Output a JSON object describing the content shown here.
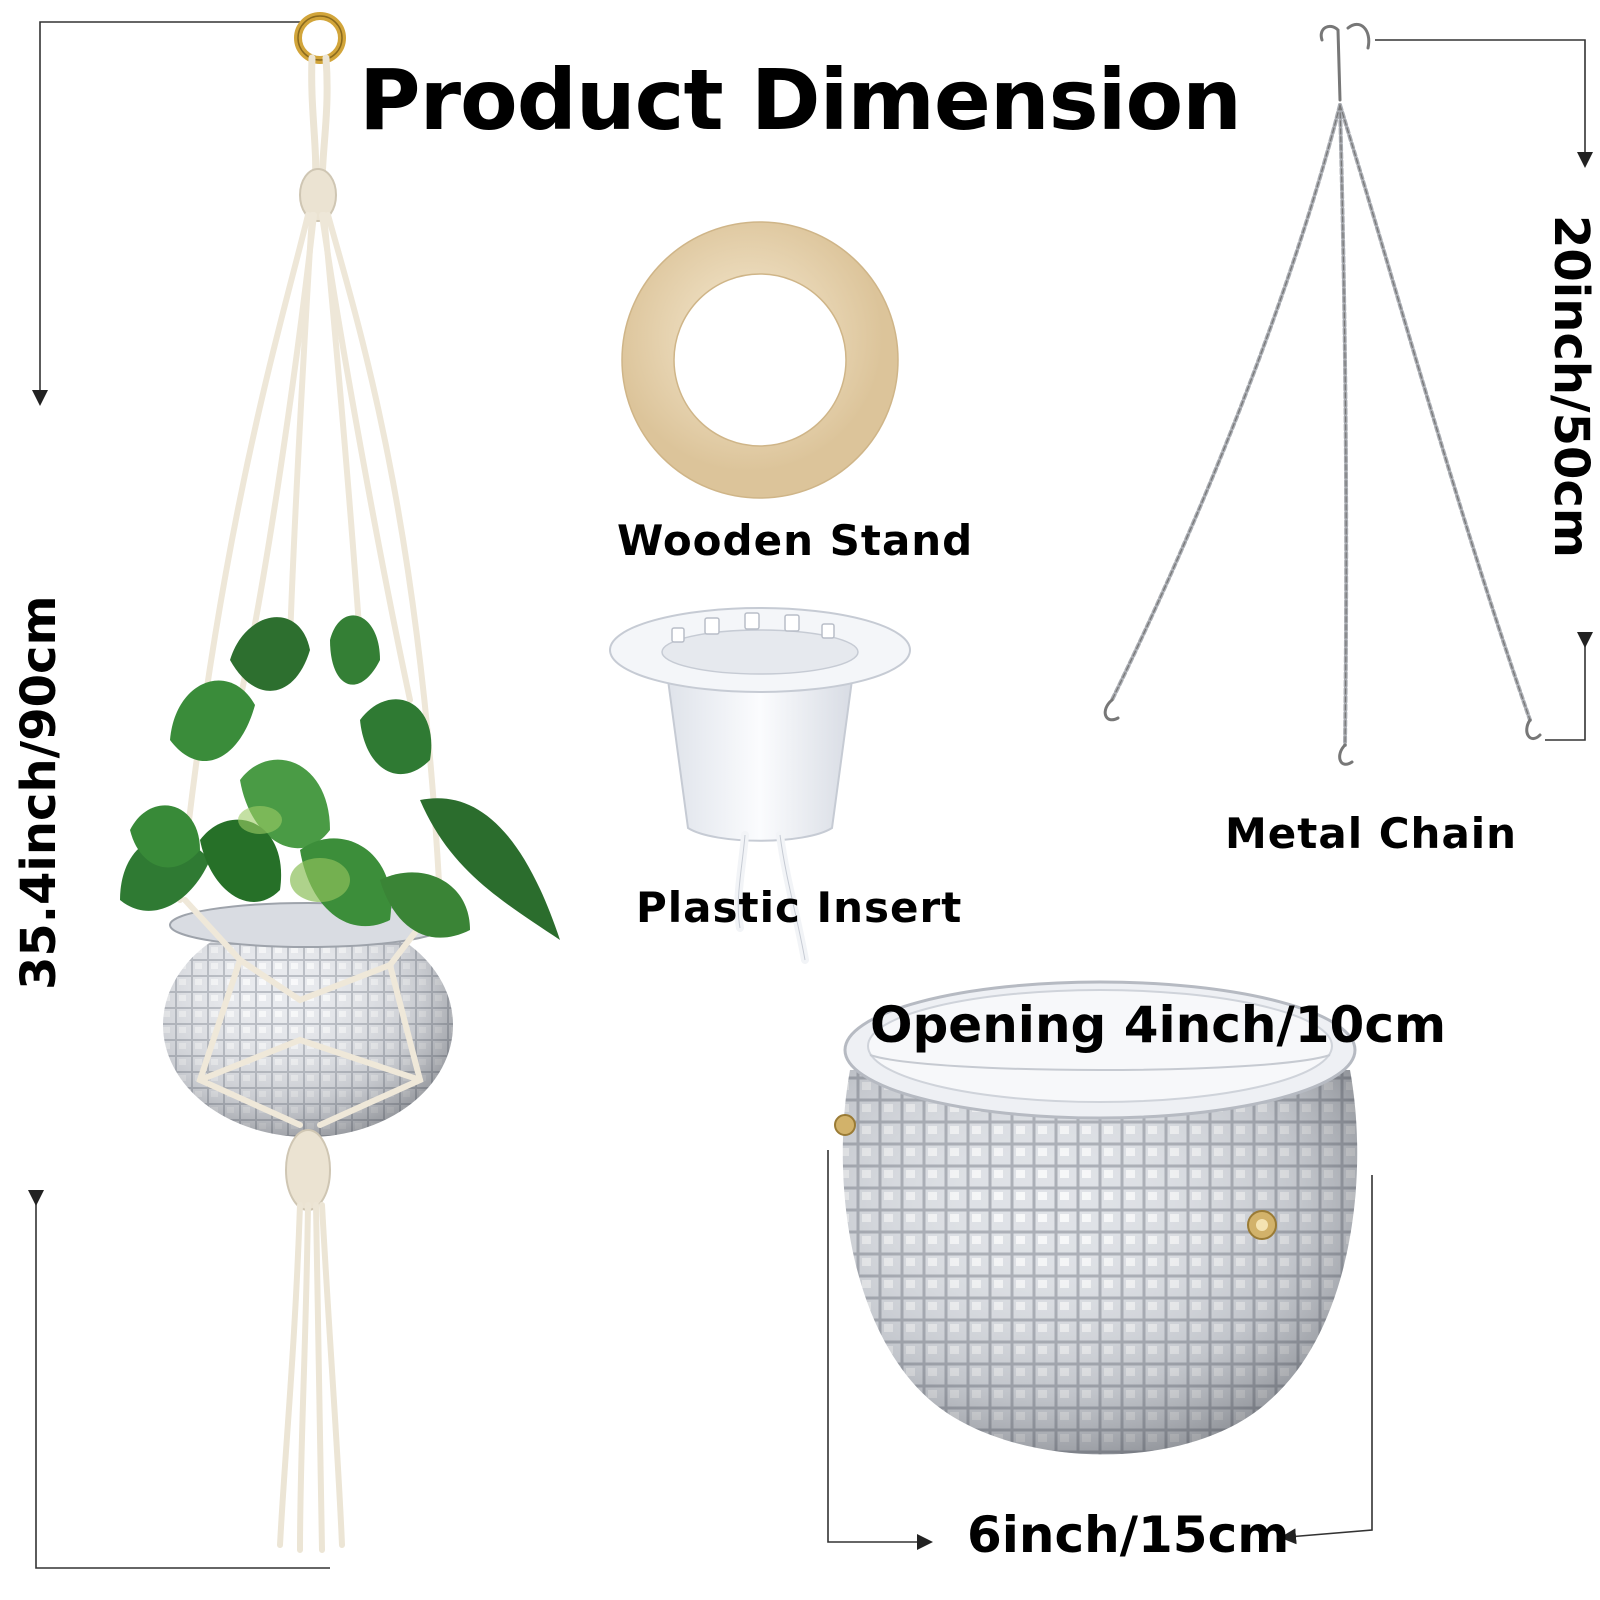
{
  "title": "Product Dimension",
  "labels": {
    "wooden_stand": "Wooden Stand",
    "plastic_insert": "Plastic Insert",
    "metal_chain": "Metal Chain",
    "opening": "Opening 4inch/10cm",
    "width": "6inch/15cm"
  },
  "dimensions": {
    "hanger_length": "35.4inch/90cm",
    "chain_length": "20inch/50cm"
  },
  "icons": {
    "hanger": "macrame-plant-hanger-with-disco-ball-planter",
    "stand": "wooden-ring-stand",
    "insert": "plastic-pot-insert",
    "chain": "metal-hanging-chain",
    "planter": "disco-ball-planter"
  },
  "colors": {
    "text": "#000000",
    "rope": "#efe9dc",
    "wood": "#eeddbf",
    "mirror": "#c9ccd1",
    "leaf": "#2f7a33",
    "brass": "#d2a53a"
  }
}
